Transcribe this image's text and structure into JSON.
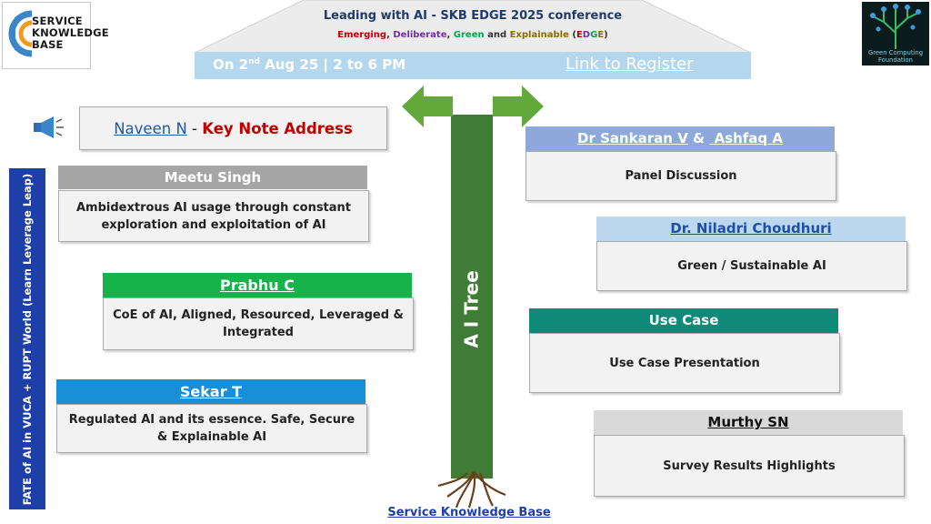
{
  "logo_left": {
    "line1": "SERVICE",
    "line2": "KNOWLEDGE",
    "line3": "BASE"
  },
  "logo_right": {
    "text": "Green Computing Foundation"
  },
  "header": {
    "title": "Leading with AI - SKB EDGE 2025 conference",
    "subtitle_parts": [
      {
        "text": "Emerging",
        "color": "#c00000"
      },
      {
        "text": ", ",
        "color": "#333333"
      },
      {
        "text": "Deliberate",
        "color": "#7030a0"
      },
      {
        "text": ", ",
        "color": "#333333"
      },
      {
        "text": "Green",
        "color": "#00a650"
      },
      {
        "text": " and ",
        "color": "#333333"
      },
      {
        "text": "Explainable",
        "color": "#8a6d00"
      },
      {
        "text": " (",
        "color": "#333333"
      },
      {
        "text": "E",
        "color": "#c00000"
      },
      {
        "text": "D",
        "color": "#7030a0"
      },
      {
        "text": "G",
        "color": "#00a650"
      },
      {
        "text": "E",
        "color": "#8a6d00"
      },
      {
        "text": ")",
        "color": "#333333"
      }
    ],
    "date_prefix": "On 2",
    "date_sup": "nd",
    "date_suffix": " Aug 25 | 2 to 6 PM",
    "register_link": "Link to Register"
  },
  "trunk_label": "A I Tree",
  "side_label": "FATE of AI in VUCA + RUPT World (Learn Leverage  Leap)",
  "keynote": {
    "speaker": "Naveen N",
    "separator": " - ",
    "title": "Key Note Address"
  },
  "left_cards": [
    {
      "speaker": "Meetu Singh",
      "topic": "Ambidextrous AI usage through constant exploration and exploitation of AI",
      "header_color": "#a6a6a6"
    },
    {
      "speaker": "Prabhu C",
      "topic": "CoE of AI, Aligned, Resourced, Leveraged & Integrated",
      "header_color": "#16b24a"
    },
    {
      "speaker": "Sekar T",
      "topic": "Regulated AI and its essence. Safe, Secure & Explainable AI",
      "header_color": "#1a8fd8"
    }
  ],
  "right_cards": [
    {
      "speaker_a": "Dr Sankaran V",
      "joiner": " & ",
      "speaker_b": " Ashfaq A",
      "topic": "Panel Discussion",
      "header_color": "#8fa8dc"
    },
    {
      "speaker": "Dr. Niladri Choudhuri",
      "topic": "Green / Sustainable AI",
      "header_color": "#bdd7ee"
    },
    {
      "speaker": "Use Case",
      "topic": "Use Case  Presentation",
      "header_color": "#0f8a78"
    },
    {
      "speaker": "Murthy SN",
      "topic": "Survey Results Highlights",
      "header_color": "#d9d9d9"
    }
  ],
  "footer": {
    "link": "Service Knowledge Base"
  }
}
